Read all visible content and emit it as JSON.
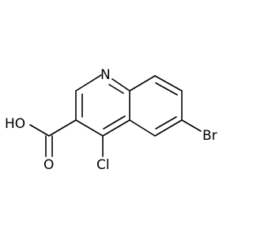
{
  "molecule": {
    "atoms": {
      "nitrogen": "N",
      "hydroxyl": "HO",
      "carbonyl_oxygen": "O",
      "chlorine": "Cl",
      "bromine": "Br"
    }
  }
}
